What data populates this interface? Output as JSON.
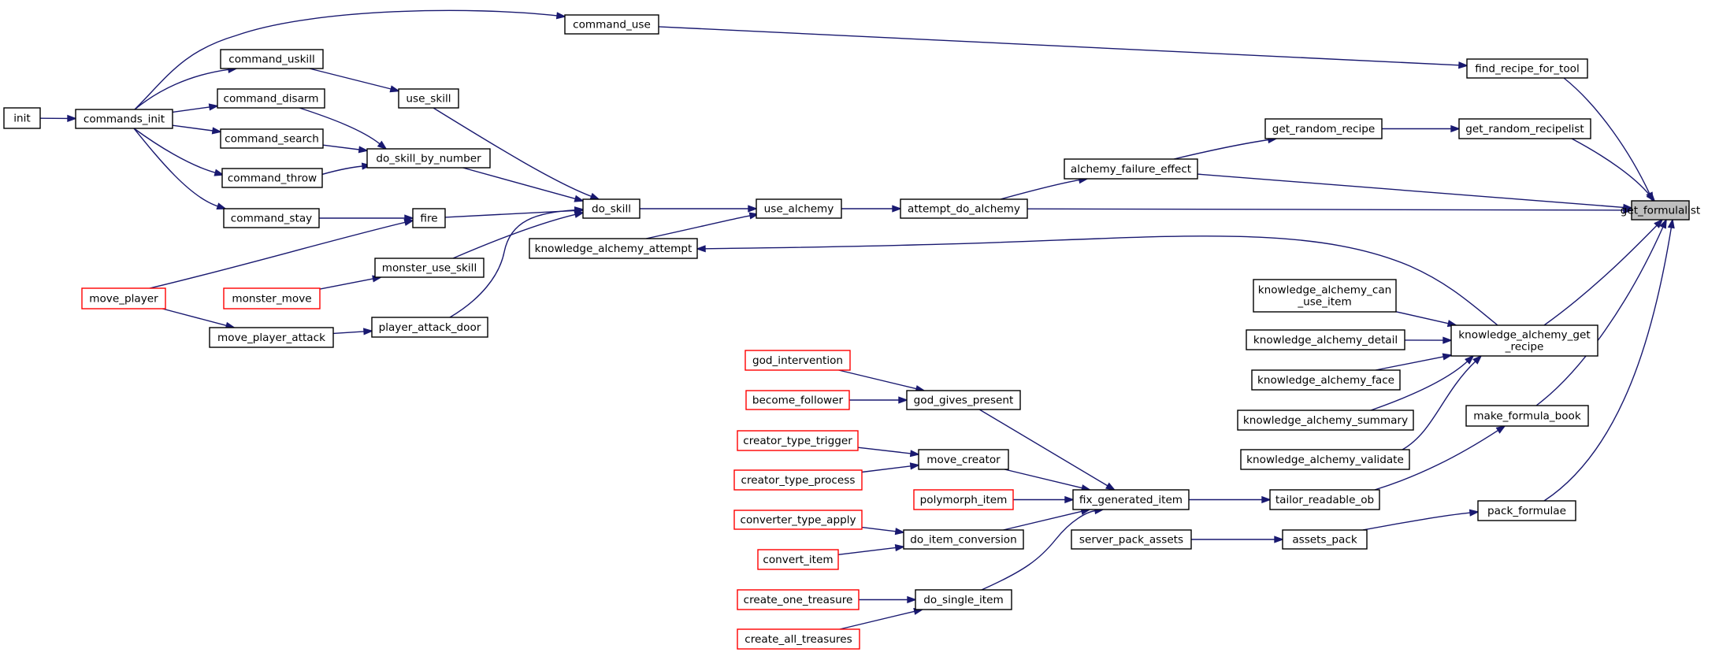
{
  "diagram": {
    "type": "doxygen-caller-graph",
    "edge_color": "#191970",
    "focus_fill": "#bfbfbf",
    "external_border_color": "#ff0000",
    "nodes": [
      {
        "id": "get_formulalist",
        "label": [
          "get_formulalist"
        ],
        "focus": true
      },
      {
        "id": "command_use",
        "label": [
          "command_use"
        ]
      },
      {
        "id": "find_recipe_for_tool",
        "label": [
          "find_recipe_for_tool"
        ]
      },
      {
        "id": "command_uskill",
        "label": [
          "command_uskill"
        ]
      },
      {
        "id": "use_skill",
        "label": [
          "use_skill"
        ]
      },
      {
        "id": "init",
        "label": [
          "init"
        ]
      },
      {
        "id": "commands_init",
        "label": [
          "commands_init"
        ]
      },
      {
        "id": "command_disarm",
        "label": [
          "command_disarm"
        ]
      },
      {
        "id": "command_search",
        "label": [
          "command_search"
        ]
      },
      {
        "id": "do_skill_by_number",
        "label": [
          "do_skill_by_number"
        ]
      },
      {
        "id": "command_throw",
        "label": [
          "command_throw"
        ]
      },
      {
        "id": "command_stay",
        "label": [
          "command_stay"
        ]
      },
      {
        "id": "fire",
        "label": [
          "fire"
        ]
      },
      {
        "id": "do_skill",
        "label": [
          "do_skill"
        ]
      },
      {
        "id": "use_alchemy",
        "label": [
          "use_alchemy"
        ]
      },
      {
        "id": "attempt_do_alchemy",
        "label": [
          "attempt_do_alchemy"
        ]
      },
      {
        "id": "alchemy_failure_effect",
        "label": [
          "alchemy_failure_effect"
        ]
      },
      {
        "id": "get_random_recipe",
        "label": [
          "get_random_recipe"
        ]
      },
      {
        "id": "get_random_recipelist",
        "label": [
          "get_random_recipelist"
        ]
      },
      {
        "id": "knowledge_alchemy_attempt",
        "label": [
          "knowledge_alchemy_attempt"
        ]
      },
      {
        "id": "monster_use_skill",
        "label": [
          "monster_use_skill"
        ]
      },
      {
        "id": "move_player",
        "label": [
          "move_player"
        ],
        "external": true
      },
      {
        "id": "monster_move",
        "label": [
          "monster_move"
        ],
        "external": true
      },
      {
        "id": "move_player_attack",
        "label": [
          "move_player_attack"
        ]
      },
      {
        "id": "player_attack_door",
        "label": [
          "player_attack_door"
        ]
      },
      {
        "id": "knowledge_alchemy_can_use_item",
        "label": [
          "knowledge_alchemy_can",
          "_use_item"
        ]
      },
      {
        "id": "knowledge_alchemy_detail",
        "label": [
          "knowledge_alchemy_detail"
        ]
      },
      {
        "id": "knowledge_alchemy_get_recipe",
        "label": [
          "knowledge_alchemy_get",
          "_recipe"
        ]
      },
      {
        "id": "knowledge_alchemy_face",
        "label": [
          "knowledge_alchemy_face"
        ]
      },
      {
        "id": "knowledge_alchemy_summary",
        "label": [
          "knowledge_alchemy_summary"
        ]
      },
      {
        "id": "knowledge_alchemy_validate",
        "label": [
          "knowledge_alchemy_validate"
        ]
      },
      {
        "id": "make_formula_book",
        "label": [
          "make_formula_book"
        ]
      },
      {
        "id": "god_intervention",
        "label": [
          "god_intervention"
        ],
        "external": true
      },
      {
        "id": "become_follower",
        "label": [
          "become_follower"
        ],
        "external": true
      },
      {
        "id": "god_gives_present",
        "label": [
          "god_gives_present"
        ]
      },
      {
        "id": "creator_type_trigger",
        "label": [
          "creator_type_trigger"
        ],
        "external": true
      },
      {
        "id": "move_creator",
        "label": [
          "move_creator"
        ]
      },
      {
        "id": "creator_type_process",
        "label": [
          "creator_type_process"
        ],
        "external": true
      },
      {
        "id": "polymorph_item",
        "label": [
          "polymorph_item"
        ],
        "external": true
      },
      {
        "id": "fix_generated_item",
        "label": [
          "fix_generated_item"
        ]
      },
      {
        "id": "tailor_readable_ob",
        "label": [
          "tailor_readable_ob"
        ]
      },
      {
        "id": "converter_type_apply",
        "label": [
          "converter_type_apply"
        ],
        "external": true
      },
      {
        "id": "do_item_conversion",
        "label": [
          "do_item_conversion"
        ]
      },
      {
        "id": "convert_item",
        "label": [
          "convert_item"
        ],
        "external": true
      },
      {
        "id": "server_pack_assets",
        "label": [
          "server_pack_assets"
        ]
      },
      {
        "id": "assets_pack",
        "label": [
          "assets_pack"
        ]
      },
      {
        "id": "pack_formulae",
        "label": [
          "pack_formulae"
        ]
      },
      {
        "id": "create_one_treasure",
        "label": [
          "create_one_treasure"
        ],
        "external": true
      },
      {
        "id": "do_single_item",
        "label": [
          "do_single_item"
        ]
      },
      {
        "id": "create_all_treasures",
        "label": [
          "create_all_treasures"
        ],
        "external": true
      }
    ],
    "edges": [
      {
        "from": "command_use",
        "to": "find_recipe_for_tool"
      },
      {
        "from": "find_recipe_for_tool",
        "to": "get_formulalist"
      },
      {
        "from": "get_random_recipelist",
        "to": "get_formulalist"
      },
      {
        "from": "alchemy_failure_effect",
        "to": "get_formulalist"
      },
      {
        "from": "attempt_do_alchemy",
        "to": "get_formulalist"
      },
      {
        "from": "knowledge_alchemy_get_recipe",
        "to": "get_formulalist"
      },
      {
        "from": "make_formula_book",
        "to": "get_formulalist"
      },
      {
        "from": "pack_formulae",
        "to": "get_formulalist"
      },
      {
        "from": "get_random_recipe",
        "to": "get_random_recipelist"
      },
      {
        "from": "alchemy_failure_effect",
        "to": "get_random_recipe"
      },
      {
        "from": "attempt_do_alchemy",
        "to": "alchemy_failure_effect"
      },
      {
        "from": "use_alchemy",
        "to": "attempt_do_alchemy"
      },
      {
        "from": "do_skill",
        "to": "use_alchemy"
      },
      {
        "from": "knowledge_alchemy_attempt",
        "to": "use_alchemy"
      },
      {
        "from": "knowledge_alchemy_get_recipe",
        "to": "knowledge_alchemy_attempt"
      },
      {
        "from": "use_skill",
        "to": "do_skill"
      },
      {
        "from": "do_skill_by_number",
        "to": "do_skill"
      },
      {
        "from": "fire",
        "to": "do_skill"
      },
      {
        "from": "monster_use_skill",
        "to": "do_skill"
      },
      {
        "from": "player_attack_door",
        "to": "do_skill"
      },
      {
        "from": "command_uskill",
        "to": "use_skill"
      },
      {
        "from": "command_disarm",
        "to": "do_skill_by_number"
      },
      {
        "from": "command_search",
        "to": "do_skill_by_number"
      },
      {
        "from": "command_throw",
        "to": "do_skill_by_number"
      },
      {
        "from": "command_stay",
        "to": "fire"
      },
      {
        "from": "move_player",
        "to": "fire"
      },
      {
        "from": "monster_move",
        "to": "monster_use_skill"
      },
      {
        "from": "move_player_attack",
        "to": "player_attack_door"
      },
      {
        "from": "move_player",
        "to": "move_player_attack"
      },
      {
        "from": "init",
        "to": "commands_init"
      },
      {
        "from": "commands_init",
        "to": "command_use"
      },
      {
        "from": "commands_init",
        "to": "command_uskill"
      },
      {
        "from": "commands_init",
        "to": "command_disarm"
      },
      {
        "from": "commands_init",
        "to": "command_search"
      },
      {
        "from": "commands_init",
        "to": "command_throw"
      },
      {
        "from": "commands_init",
        "to": "command_stay"
      },
      {
        "from": "knowledge_alchemy_can_use_item",
        "to": "knowledge_alchemy_get_recipe"
      },
      {
        "from": "knowledge_alchemy_detail",
        "to": "knowledge_alchemy_get_recipe"
      },
      {
        "from": "knowledge_alchemy_face",
        "to": "knowledge_alchemy_get_recipe"
      },
      {
        "from": "knowledge_alchemy_summary",
        "to": "knowledge_alchemy_get_recipe"
      },
      {
        "from": "knowledge_alchemy_validate",
        "to": "knowledge_alchemy_get_recipe"
      },
      {
        "from": "tailor_readable_ob",
        "to": "make_formula_book"
      },
      {
        "from": "fix_generated_item",
        "to": "tailor_readable_ob"
      },
      {
        "from": "god_gives_present",
        "to": "fix_generated_item"
      },
      {
        "from": "move_creator",
        "to": "fix_generated_item"
      },
      {
        "from": "polymorph_item",
        "to": "fix_generated_item"
      },
      {
        "from": "do_item_conversion",
        "to": "fix_generated_item"
      },
      {
        "from": "do_single_item",
        "to": "fix_generated_item"
      },
      {
        "from": "god_intervention",
        "to": "god_gives_present"
      },
      {
        "from": "become_follower",
        "to": "god_gives_present"
      },
      {
        "from": "creator_type_trigger",
        "to": "move_creator"
      },
      {
        "from": "creator_type_process",
        "to": "move_creator"
      },
      {
        "from": "converter_type_apply",
        "to": "do_item_conversion"
      },
      {
        "from": "convert_item",
        "to": "do_item_conversion"
      },
      {
        "from": "create_one_treasure",
        "to": "do_single_item"
      },
      {
        "from": "create_all_treasures",
        "to": "do_single_item"
      },
      {
        "from": "server_pack_assets",
        "to": "assets_pack"
      },
      {
        "from": "assets_pack",
        "to": "pack_formulae"
      }
    ]
  }
}
